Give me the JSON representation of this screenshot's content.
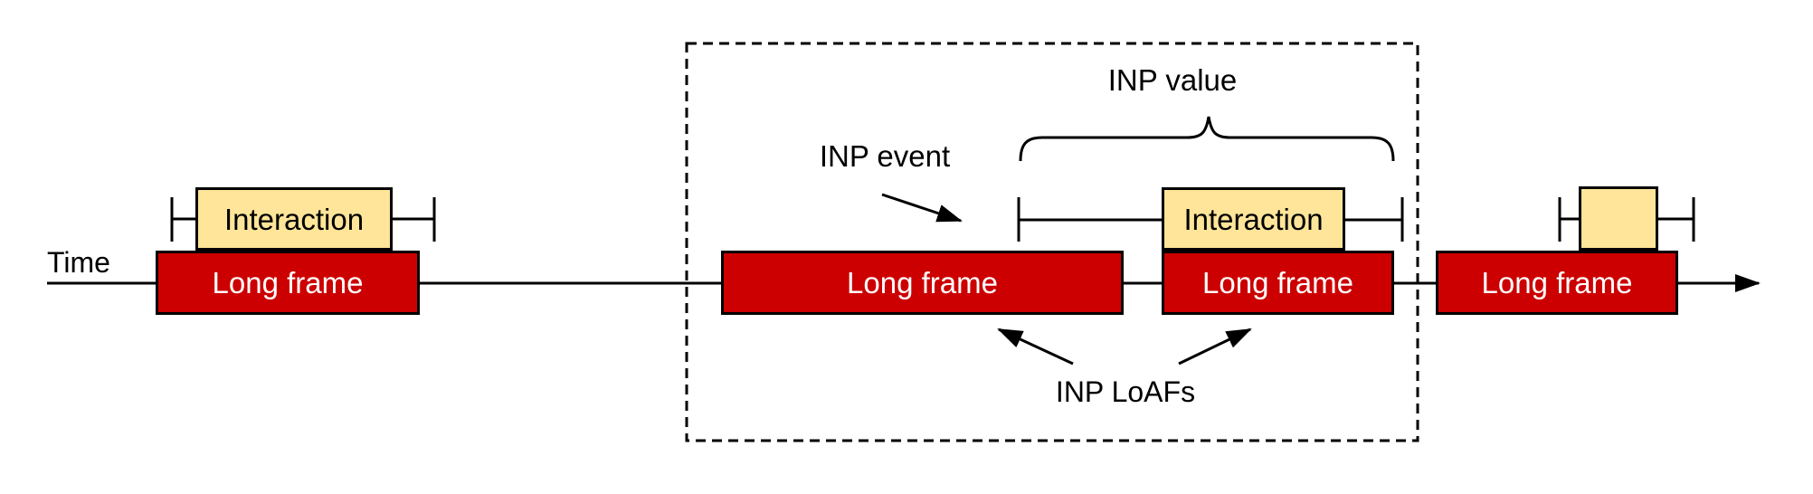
{
  "labels": {
    "time": "Time",
    "inp_event": "INP event",
    "inp_value": "INP value",
    "inp_loafs": "INP LoAFs"
  },
  "frames": [
    {
      "label": "Long frame"
    },
    {
      "label": "Long frame"
    },
    {
      "label": "Long frame"
    },
    {
      "label": "Long frame"
    }
  ],
  "interactions": [
    {
      "label": "Interaction"
    },
    {
      "label": "Interaction"
    },
    {
      "label": ""
    }
  ],
  "colors": {
    "long_frame_fill": "#cc0000",
    "long_frame_text": "#ffffff",
    "interaction_fill": "#ffe599",
    "interaction_text": "#000000",
    "outline": "#000000",
    "background": "#ffffff"
  }
}
